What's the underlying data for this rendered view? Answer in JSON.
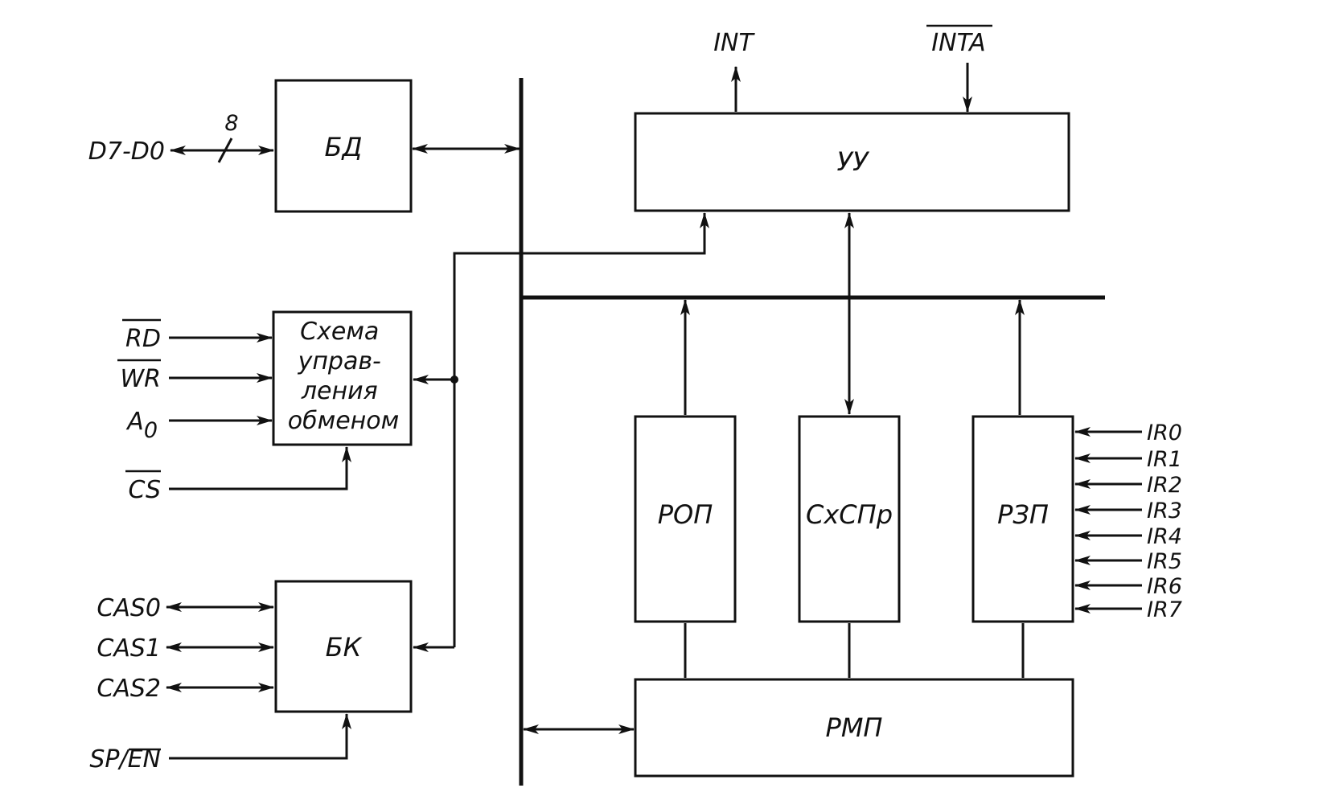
{
  "blocks": {
    "bd": "БД",
    "uu": "УУ",
    "exchange": [
      "Схема",
      "управ-",
      "ления",
      "обменом"
    ],
    "bk": "БК",
    "rop": "РОП",
    "sxspr": "СхСПр",
    "rzp": "РЗП",
    "rmp": "РМП"
  },
  "signals": {
    "data_bus": "D7-D0",
    "bus_width": "8",
    "int": "INT",
    "inta": "INTA",
    "rd": "RD",
    "wr": "WR",
    "a0_base": "A",
    "a0_sub": "0",
    "cs": "CS",
    "cas0": "CAS0",
    "cas1": "CAS1",
    "cas2": "CAS2",
    "sp": "SP/",
    "en": "EN",
    "ir": [
      "IR0",
      "IR1",
      "IR2",
      "IR3",
      "IR4",
      "IR5",
      "IR6",
      "IR7"
    ]
  },
  "colors": {
    "ink": "#111111",
    "paper": "#ffffff"
  }
}
